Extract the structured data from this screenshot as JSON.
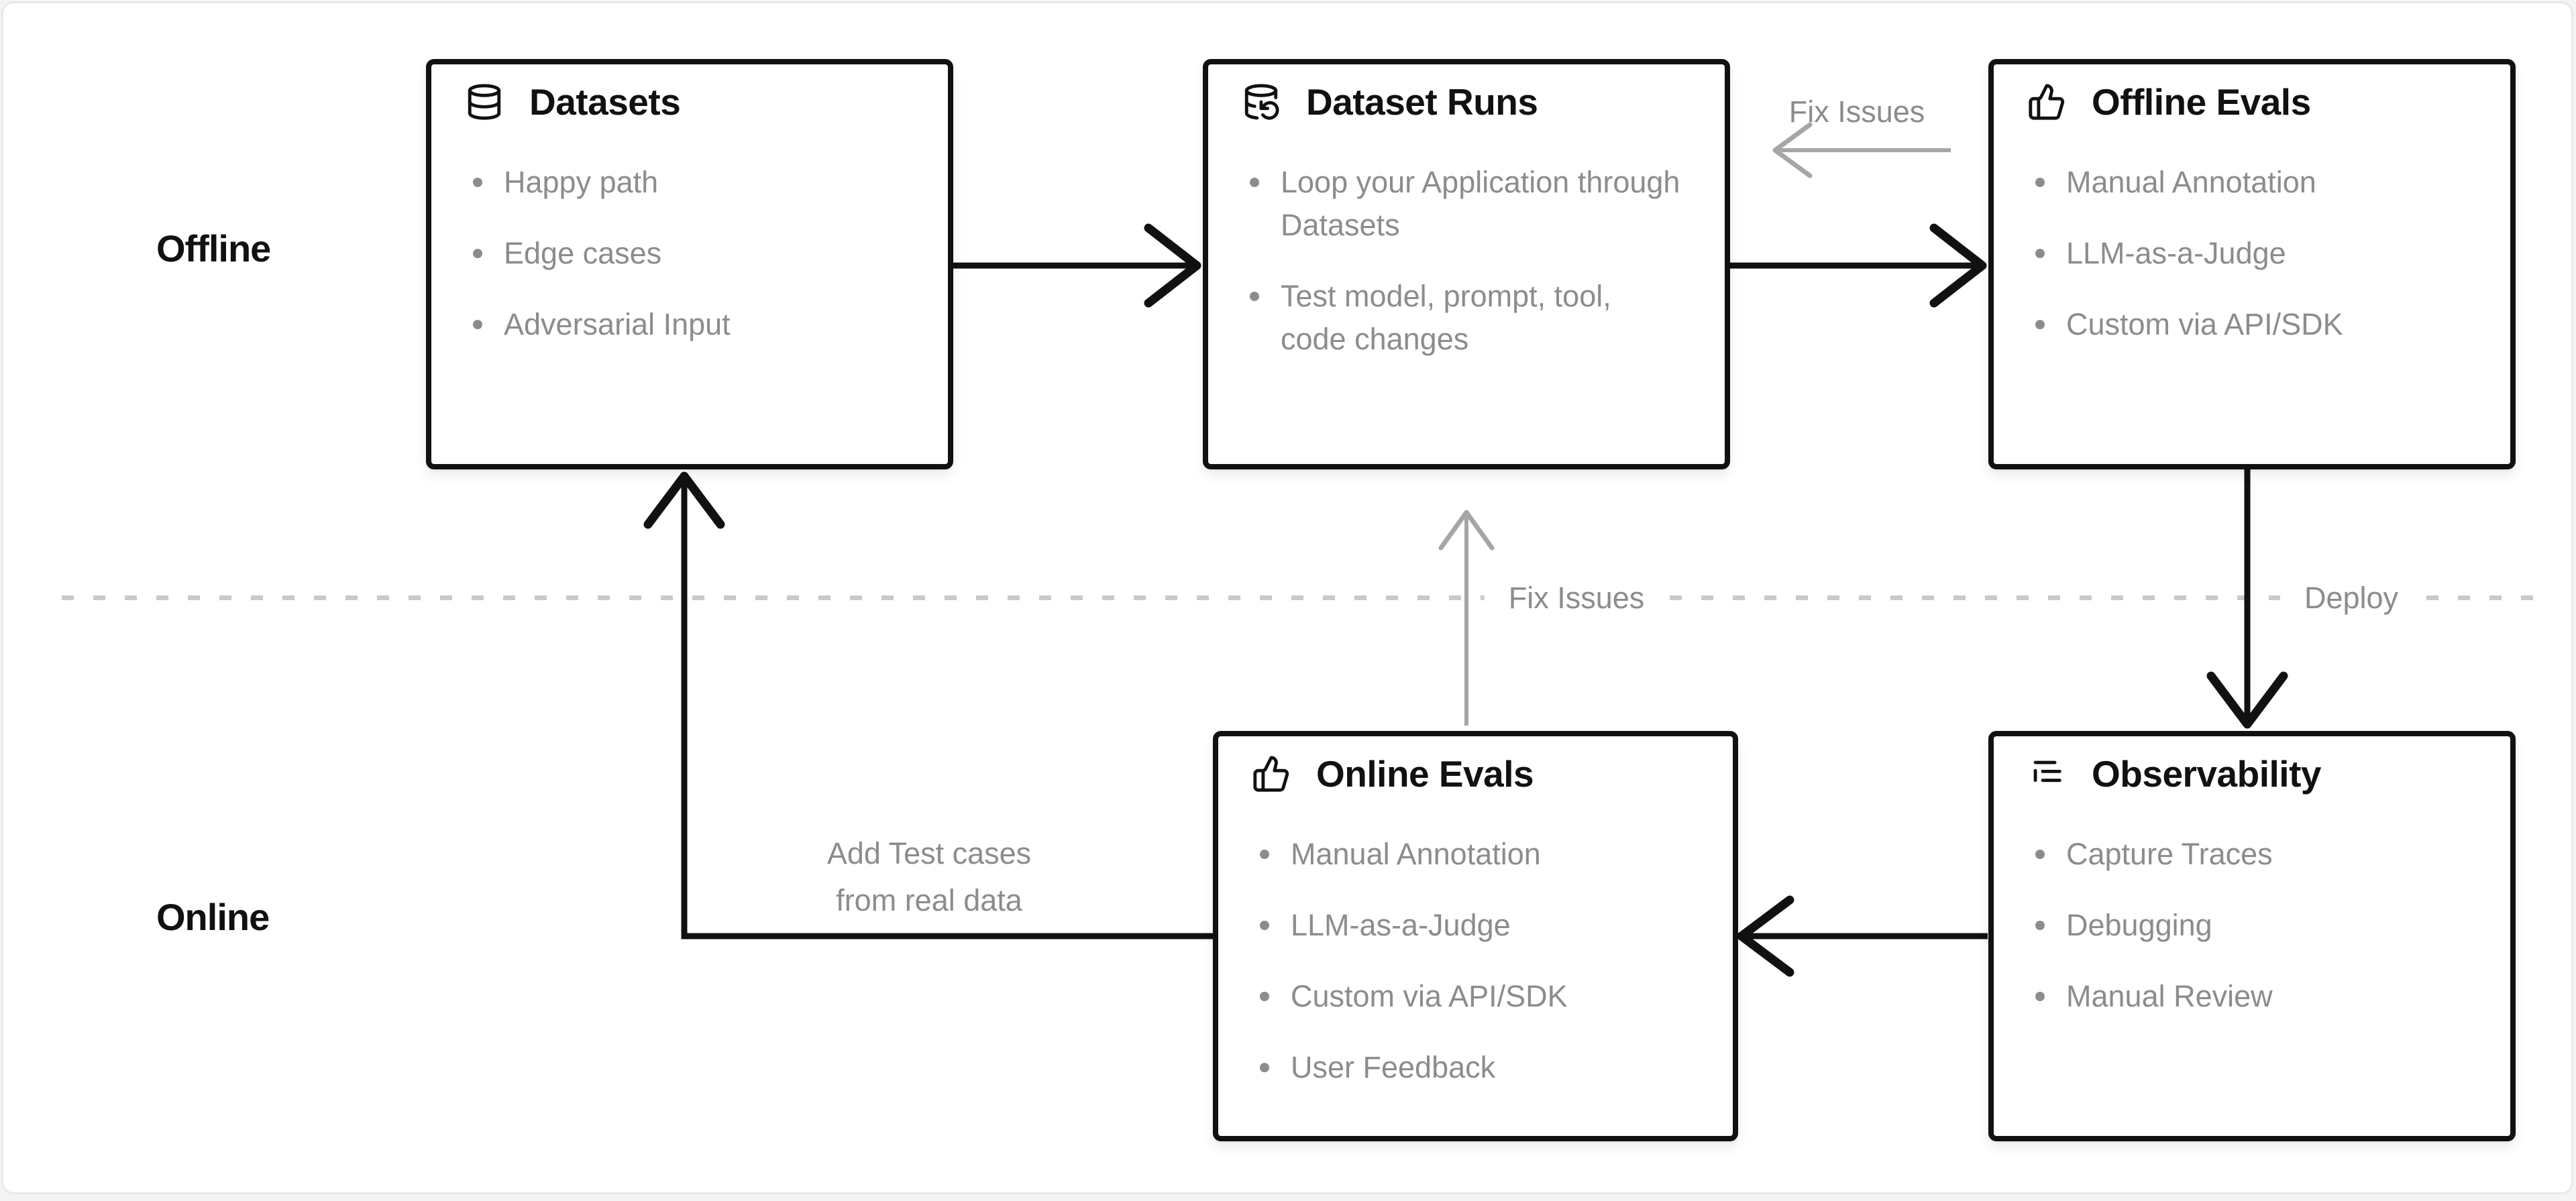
{
  "colors": {
    "canvas_bg": "#ffffff",
    "canvas_border": "#e8e8e8",
    "box_border": "#111111",
    "title": "#111111",
    "bullet": "#8c8c8c",
    "label": "#8c8c8c",
    "arrow": "#111111",
    "gray_arrow": "#a6a6a6",
    "dashed_line": "#c9c9c9"
  },
  "sections": {
    "offline": {
      "label": "Offline"
    },
    "online": {
      "label": "Online"
    }
  },
  "boxes": [
    {
      "id": "datasets",
      "icon": "database-icon",
      "title": "Datasets",
      "bullets": [
        "Happy path",
        "Edge cases",
        "Adversarial Input"
      ]
    },
    {
      "id": "dataset-runs",
      "icon": "database-refresh-icon",
      "title": "Dataset Runs",
      "bullets": [
        "Loop your Application through Datasets",
        "Test model, prompt, tool, code changes"
      ]
    },
    {
      "id": "offline-evals",
      "icon": "thumbs-up-icon",
      "title": "Offline Evals",
      "bullets": [
        "Manual Annotation",
        "LLM-as-a-Judge",
        "Custom via API/SDK"
      ]
    },
    {
      "id": "online-evals",
      "icon": "thumbs-up-icon",
      "title": "Online Evals",
      "bullets": [
        "Manual Annotation",
        "LLM-as-a-Judge",
        "Custom via API/SDK",
        "User Feedback"
      ]
    },
    {
      "id": "observability",
      "icon": "logs-icon",
      "title": "Observability",
      "bullets": [
        "Capture Traces",
        "Debugging",
        "Manual Review"
      ]
    }
  ],
  "edge_labels": {
    "fix_issues_top": "Fix Issues",
    "fix_issues_middle": "Fix Issues",
    "deploy": "Deploy",
    "add_test_cases": "Add Test cases from real data"
  }
}
